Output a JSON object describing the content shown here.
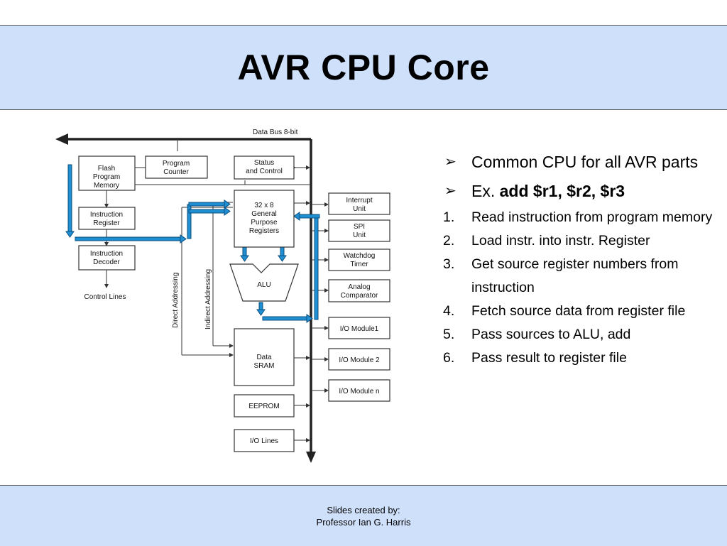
{
  "title": "AVR CPU Core",
  "diagram": {
    "data_bus_label": "Data Bus 8-bit",
    "blocks": {
      "flash": [
        "Flash",
        "Program",
        "Memory"
      ],
      "program_counter": [
        "Program",
        "Counter"
      ],
      "status_control": [
        "Status",
        "and Control"
      ],
      "instruction_register": [
        "Instruction",
        "Register"
      ],
      "instruction_decoder": [
        "Instruction",
        "Decoder"
      ],
      "registers": [
        "32 x 8",
        "General",
        "Purpose",
        "Registers"
      ],
      "alu": "ALU",
      "data_sram": [
        "Data",
        "SRAM"
      ],
      "eeprom": "EEPROM",
      "io_lines": "I/O Lines",
      "interrupt": [
        "Interrupt",
        "Unit"
      ],
      "spi": [
        "SPI",
        "Unit"
      ],
      "watchdog": [
        "Watchdog",
        "Timer"
      ],
      "analog": [
        "Analog",
        "Comparator"
      ],
      "io_module_1": "I/O Module1",
      "io_module_2": "I/O Module 2",
      "io_module_n": "I/O Module n"
    },
    "control_lines_label": "Control Lines",
    "direct_addressing_label": "Direct Addressing",
    "indirect_addressing_label": "Indirect Addressing"
  },
  "bullets": [
    {
      "marker": "➢",
      "text": "Common CPU for all AVR parts"
    },
    {
      "marker": "➢",
      "prefix": "Ex. ",
      "bold": "add $r1, $r2, $r3"
    }
  ],
  "steps": [
    {
      "num": "1.",
      "text": "Read instruction from program memory"
    },
    {
      "num": "2.",
      "text": "Load instr. into instr. Register"
    },
    {
      "num": "3.",
      "text": "Get source register numbers from instruction"
    },
    {
      "num": "4.",
      "text": "Fetch source data from register file"
    },
    {
      "num": "5.",
      "text": "Pass sources to ALU, add"
    },
    {
      "num": "6.",
      "text": "Pass result to register file"
    }
  ],
  "footer": {
    "line1": "Slides created by:",
    "line2": "Professor Ian G. Harris"
  },
  "colors": {
    "header_bg": "#cfe0fb",
    "arrow_blue": "#1f8fd1"
  }
}
